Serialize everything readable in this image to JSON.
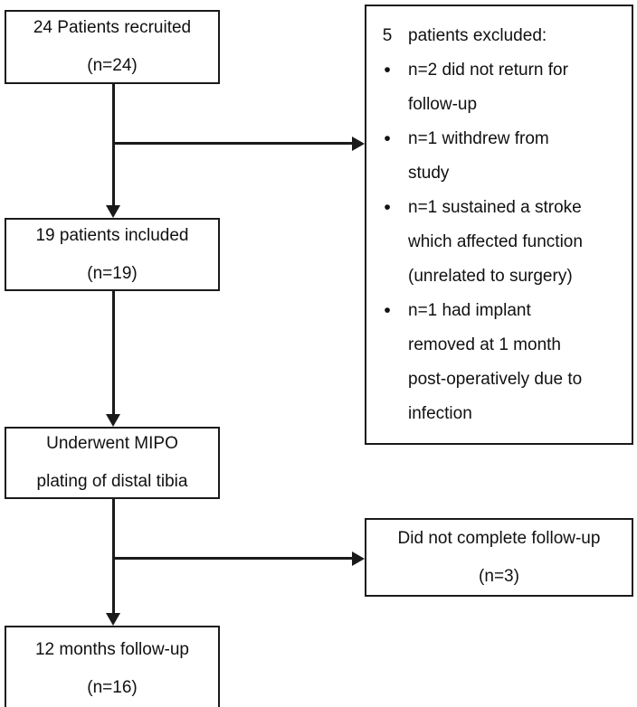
{
  "diagram": {
    "title": "Patient recruitment and follow-up flow diagram",
    "type": "flowchart",
    "colors": {
      "stroke": "#1a1a1a",
      "background": "#ffffff",
      "text": "#111111"
    }
  },
  "nodes": {
    "recruited": {
      "line1": "24 Patients recruited",
      "line2": "(n=24)",
      "count": 24
    },
    "included": {
      "line1": "19 patients included",
      "line2": "(n=19)",
      "count": 19
    },
    "procedure": {
      "line1": "Underwent MIPO",
      "line2": "plating of distal tibia",
      "count": 19
    },
    "followup": {
      "line1": "12 months follow-up",
      "line2": "(n=16)",
      "count": 16
    },
    "lost_followup": {
      "line1": "Did not complete follow-up",
      "line2": "(n=3)",
      "count": 3
    }
  },
  "excluded": {
    "heading_marker": "5",
    "heading_text": "patients excluded:",
    "total": 5,
    "bullet_glyph": "•",
    "items": [
      {
        "n": 2,
        "lines": [
          "n=2 did not return for",
          "follow-up"
        ]
      },
      {
        "n": 1,
        "lines": [
          "n=1 withdrew from",
          "study"
        ]
      },
      {
        "n": 1,
        "lines": [
          "n=1 sustained a stroke",
          "which affected function",
          "(unrelated to surgery)"
        ]
      },
      {
        "n": 1,
        "lines": [
          "n=1 had implant",
          "removed at 1 month",
          "post-operatively due to",
          "infection"
        ]
      }
    ]
  }
}
